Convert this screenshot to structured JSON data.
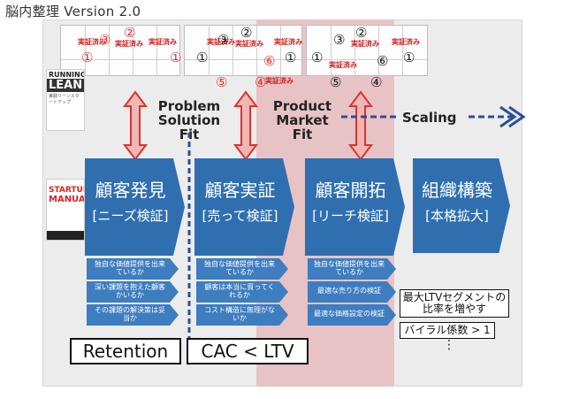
{
  "slide_title": "脳内整理 Version 2.0",
  "books": {
    "running_lean": {
      "title_top": "RUNNING",
      "title_main": "LEAN",
      "subtitle": "実践リーンスタートアップ"
    },
    "startup_manual": {
      "title_top": "STARTUP",
      "title_main": "MANUAL"
    }
  },
  "canvas_tags": {
    "t1": "実証済み",
    "t2": "実証済み",
    "t3": "実証済み",
    "t4": "実証済み",
    "t5": "実証済み",
    "t6": "実証済み",
    "t7": "実証済み",
    "t8": "実証済み",
    "t9": "実証済み",
    "t10": "実証済み"
  },
  "circled": {
    "one": "①",
    "two": "②",
    "three": "③",
    "four": "④",
    "five": "⑤",
    "six": "⑥"
  },
  "fit_labels": {
    "problem_solution": "Problem Solution Fit",
    "product_market": "Product Market Fit",
    "scaling": "Scaling"
  },
  "stages": [
    {
      "title": "顧客発見",
      "subtitle": "[ニーズ検証]"
    },
    {
      "title": "顧客実証",
      "subtitle": "[売って検証]"
    },
    {
      "title": "顧客開拓",
      "subtitle": "[リーチ検証]"
    },
    {
      "title": "組織構築",
      "subtitle": "[本格拡大]"
    }
  ],
  "tasks": {
    "discovery": [
      "独自な価値提供を出来ているか",
      "深い課題を抱えた顧客かいるか",
      "その課題の解決策は妥当か"
    ],
    "validation": [
      "独自な価値提供を出来ているか",
      "顧客は本当に買ってくれるか",
      "コスト構造に無理がないか"
    ],
    "creation": [
      "独自な価値提供を出来ているか",
      "最適な売り方の検証",
      "最適な価格設定の検証"
    ]
  },
  "notes": {
    "ltv_segment": "最大LTVセグメントの比率を増やす",
    "viral": "バイラル係数 > 1"
  },
  "metrics": {
    "retention": "Retention",
    "cac_ltv": "CAC < LTV"
  },
  "ellipsis": "⋮",
  "colors": {
    "stage_blue": "#2f6fb0",
    "task_blue": "#3d7dc0",
    "arrow_red": "#e0322f",
    "arrow_fill": "#f2b7b4",
    "market_band": "#e7c3c6",
    "scaling_blue": "#2b4f9a"
  }
}
